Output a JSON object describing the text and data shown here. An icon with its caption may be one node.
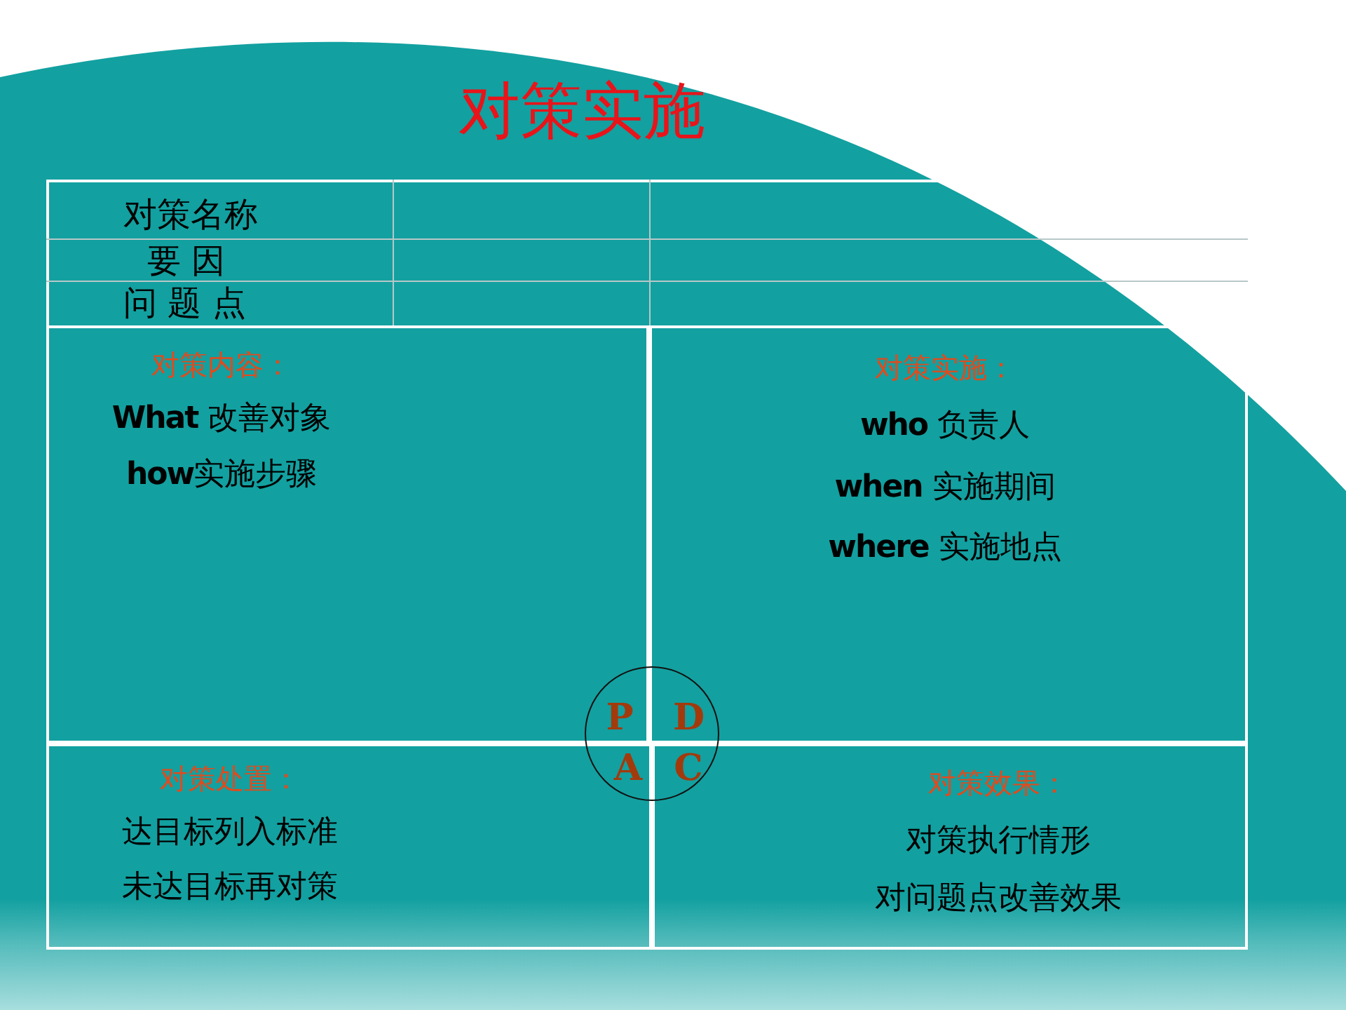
{
  "diagram": {
    "title": "对策实施",
    "nodes": [
      {
        "text": [
          "对策内容：",
          "**What** 改善对象",
          "**how**实施步骤"
        ]
      },
      {
        "text": [
          "对策实施：",
          "**who** 负责人",
          "**when** 实施期间",
          "**where** 实施地点"
        ]
      },
      {
        "text": [
          "对策处置：",
          "达目标列入标准",
          "未达目标再对策"
        ]
      },
      {
        "text": [
          "对策效果：",
          "对策执行情形",
          "对问题点改善效果"
        ]
      },
      {
        "text": [
          "P",
          "D",
          "A",
          "C"
        ]
      }
    ],
    "labels": [
      "对策名称",
      "要 因",
      "问 题 点"
    ]
  }
}
